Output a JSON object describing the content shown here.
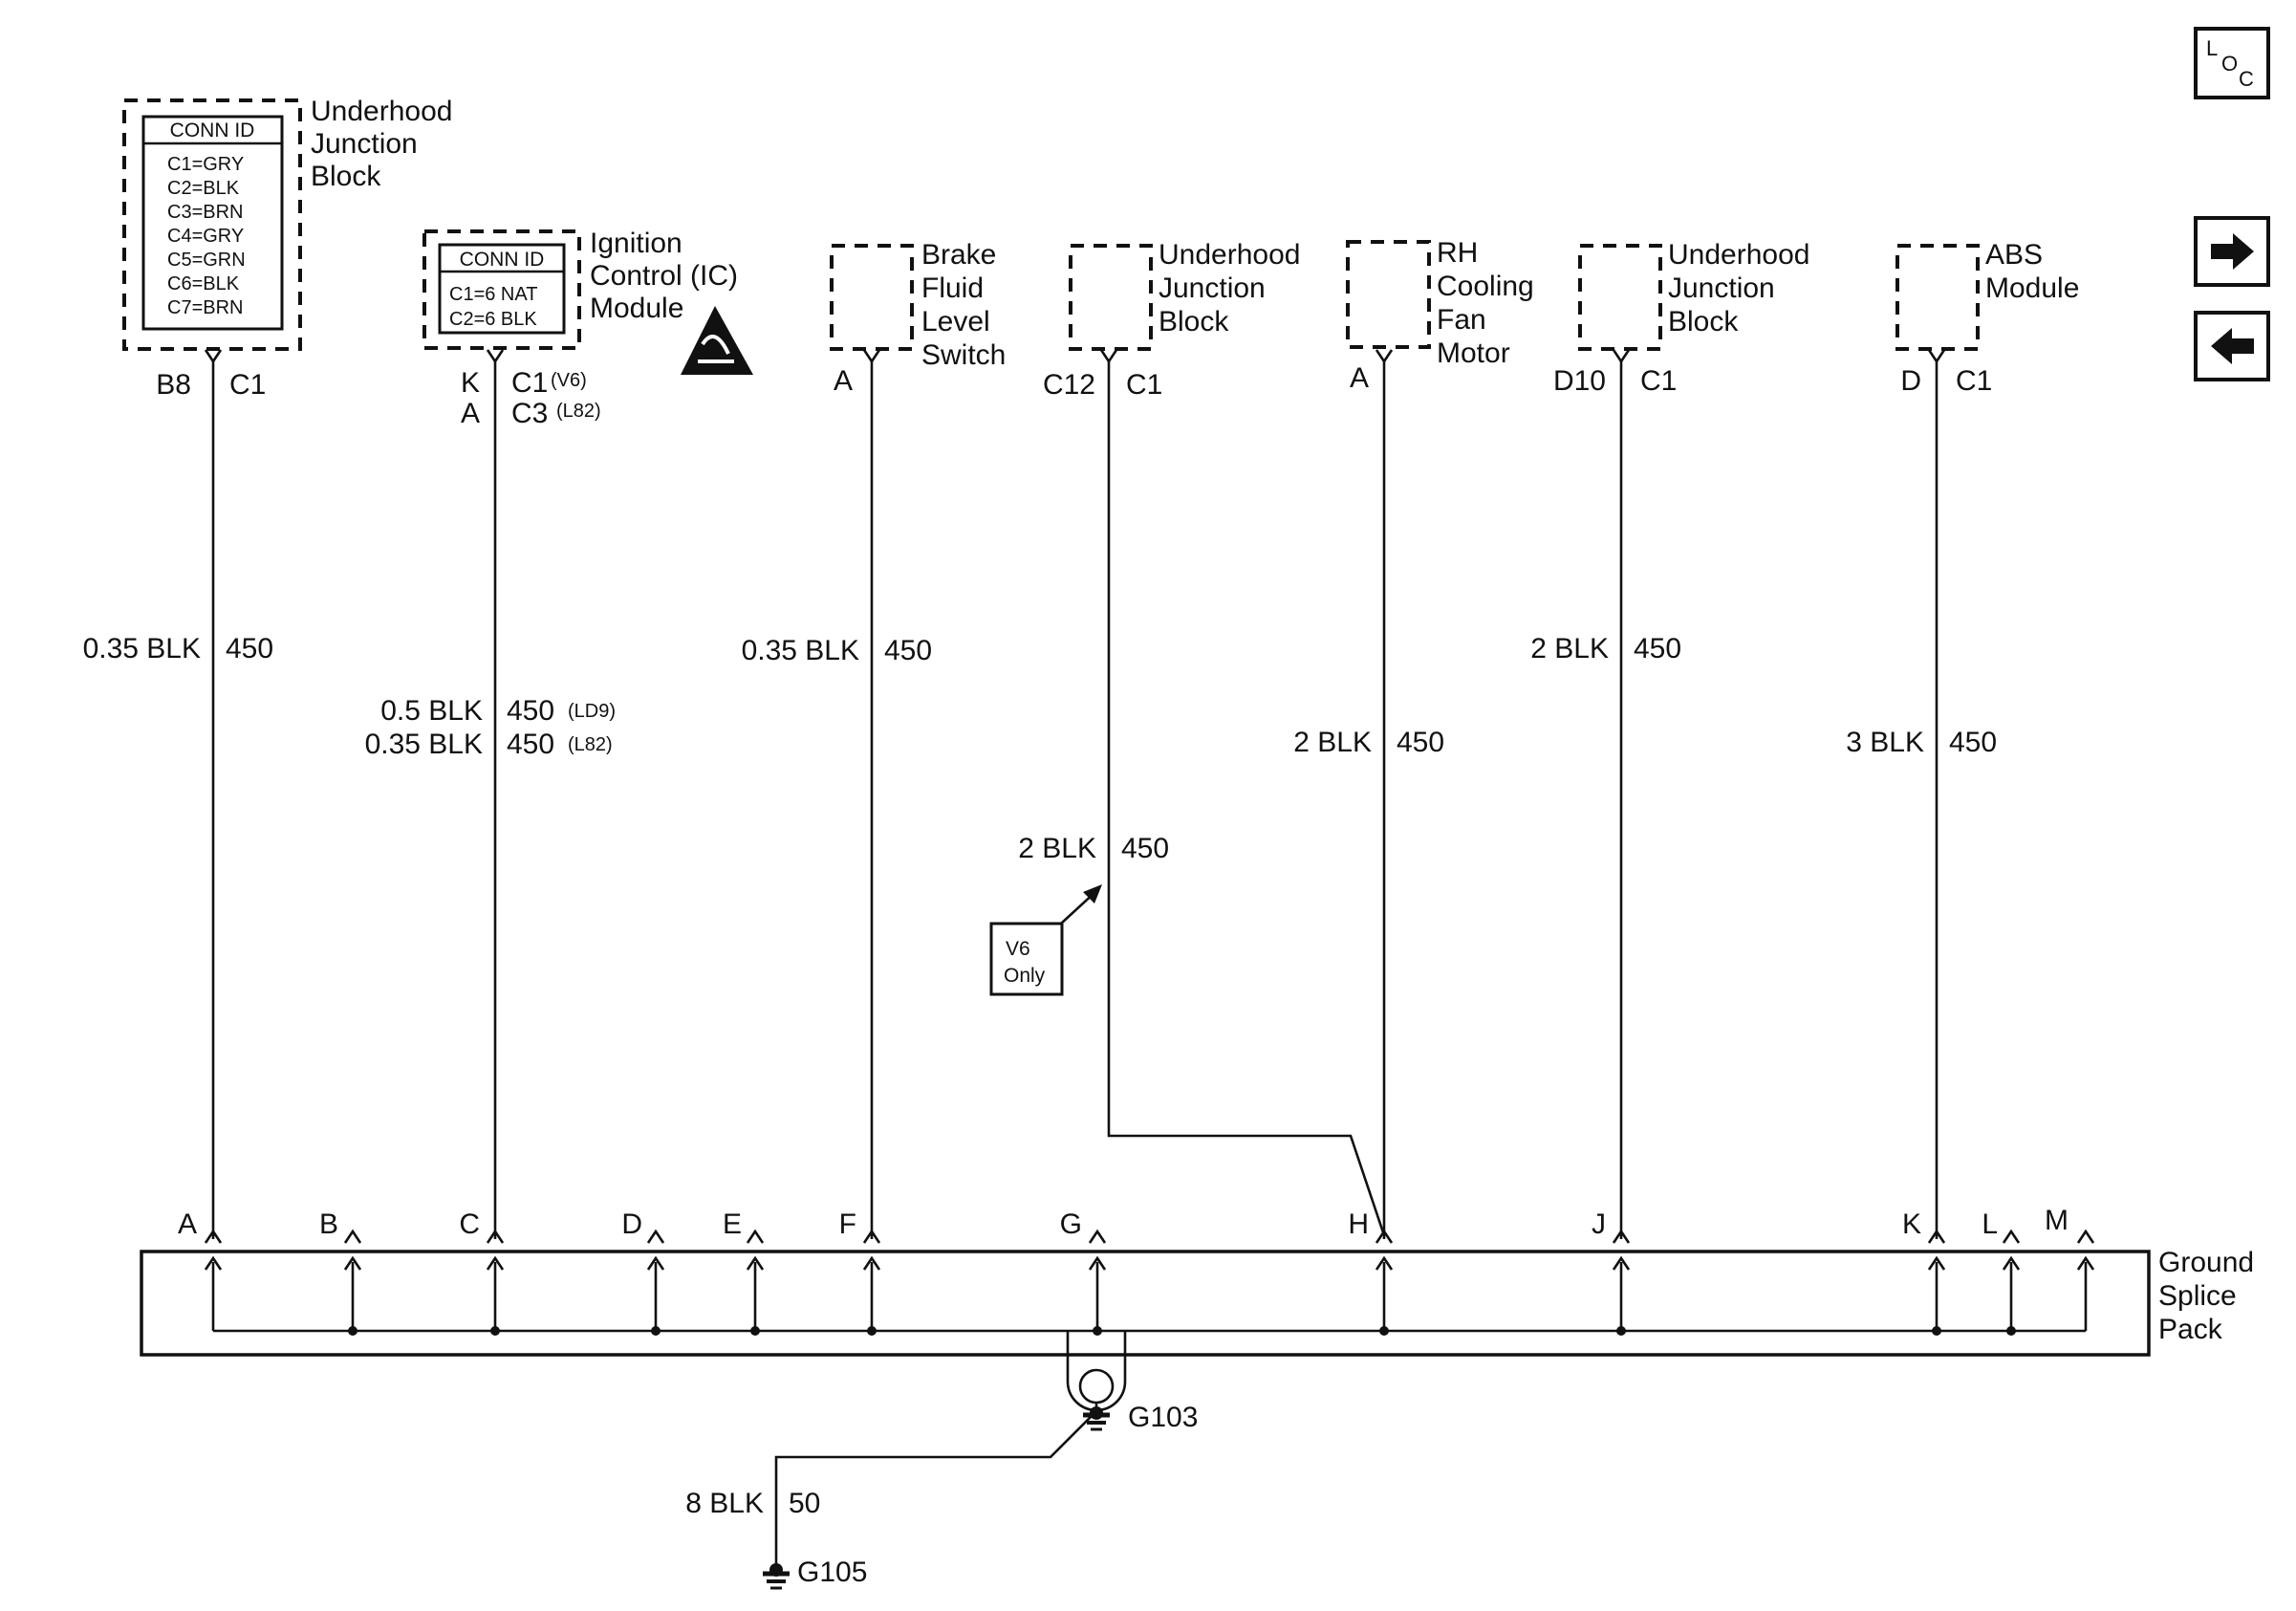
{
  "components": {
    "ujb_main": {
      "lines": [
        "Underhood",
        "Junction",
        "Block"
      ],
      "conn_title": "CONN ID",
      "conn_rows": [
        "C1=GRY",
        "C2=BLK",
        "C3=BRN",
        "C4=GRY",
        "C5=GRN",
        "C6=BLK",
        "C7=BRN"
      ]
    },
    "ic_module": {
      "lines": [
        "Ignition",
        "Control (IC)",
        "Module"
      ],
      "conn_title": "CONN ID",
      "conn_rows": [
        "C1=6 NAT",
        "C2=6 BLK"
      ]
    },
    "brake_switch": {
      "lines": [
        "Brake",
        "Fluid",
        "Level",
        "Switch"
      ]
    },
    "ujb_c12": {
      "lines": [
        "Underhood",
        "Junction",
        "Block"
      ]
    },
    "rh_fan": {
      "lines": [
        "RH",
        "Cooling",
        "Fan",
        "Motor"
      ]
    },
    "ujb_d10": {
      "lines": [
        "Underhood",
        "Junction",
        "Block"
      ]
    },
    "abs": {
      "lines": [
        "ABS",
        "Module"
      ]
    }
  },
  "terminals": {
    "ujb_main": {
      "pin": "B8",
      "conn": "C1"
    },
    "ic_module": {
      "pin1": "K",
      "conn1": "C1",
      "note1": "(V6)",
      "pin2": "A",
      "conn2": "C3",
      "note2": "(L82)"
    },
    "brake_switch": {
      "pin": "A"
    },
    "ujb_c12": {
      "pin": "C12",
      "conn": "C1"
    },
    "rh_fan": {
      "pin": "A"
    },
    "ujb_d10": {
      "pin": "D10",
      "conn": "C1"
    },
    "abs": {
      "pin": "D",
      "conn": "C1"
    }
  },
  "wires": {
    "w_a": {
      "gauge": "0.35 BLK",
      "circuit": "450"
    },
    "w_c1": {
      "gauge": "0.5 BLK",
      "circuit": "450",
      "note": "(LD9)"
    },
    "w_c2": {
      "gauge": "0.35 BLK",
      "circuit": "450",
      "note": "(L82)"
    },
    "w_f": {
      "gauge": "0.35 BLK",
      "circuit": "450"
    },
    "w_g": {
      "gauge": "2 BLK",
      "circuit": "450"
    },
    "w_h": {
      "gauge": "2 BLK",
      "circuit": "450"
    },
    "w_j": {
      "gauge": "2 BLK",
      "circuit": "450"
    },
    "w_k": {
      "gauge": "3 BLK",
      "circuit": "450"
    },
    "w_ground": {
      "gauge": "8 BLK",
      "circuit": "50"
    }
  },
  "v6_note": {
    "line1": "V6",
    "line2": "Only"
  },
  "splice_pack": {
    "lines": [
      "Ground",
      "Splice",
      "Pack"
    ],
    "pins": [
      "A",
      "B",
      "C",
      "D",
      "E",
      "F",
      "G",
      "H",
      "J",
      "K",
      "L",
      "M"
    ]
  },
  "grounds": {
    "g103": "G103",
    "g105": "G105"
  },
  "nav": {
    "loc_top": "L",
    "loc_o": "O",
    "loc_c": "C",
    "next_icon": "arrow-right-icon",
    "prev_icon": "arrow-left-icon"
  }
}
